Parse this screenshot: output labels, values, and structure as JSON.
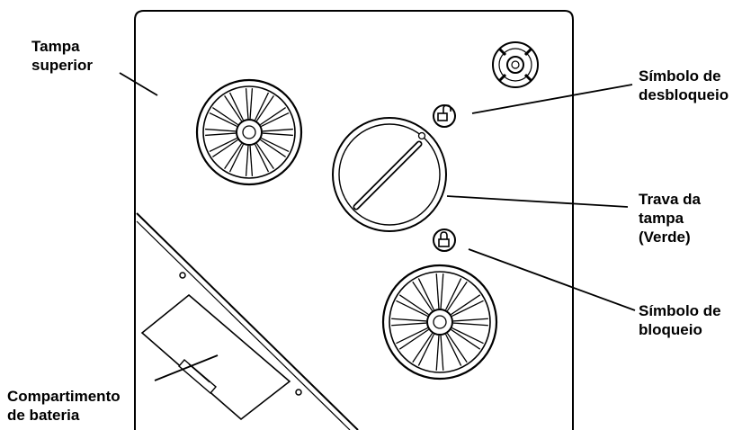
{
  "labels": {
    "top_cover": {
      "line1": "Tampa",
      "line2": "superior"
    },
    "unlock_symbol": {
      "line1": "Símbolo de",
      "line2": "desbloqueio"
    },
    "cover_latch": {
      "line1": "Trava da",
      "line2": "tampa",
      "line3": "(Verde)"
    },
    "lock_symbol": {
      "line1": "Símbolo de",
      "line2": "bloqueio"
    },
    "battery_compartment": {
      "line1": "Compartimento",
      "line2": "de bateria"
    }
  },
  "colors": {
    "ink": "#000000",
    "paper": "#ffffff"
  },
  "icons": {
    "unlock": "unlocked-padlock-icon",
    "lock": "locked-padlock-icon",
    "spool": "spool-wheel-icon",
    "knob": "top-knob-icon"
  }
}
